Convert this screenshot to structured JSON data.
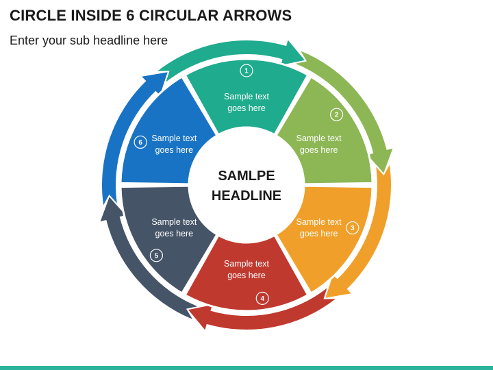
{
  "title": "CIRCLE INSIDE 6 CIRCULAR ARROWS",
  "subtitle": "Enter your sub headline here",
  "center": {
    "line1": "SAMLPE",
    "line2": "HEADLINE"
  },
  "accent_bar_color": "#2bb39c",
  "segments": [
    {
      "number": "1",
      "line1": "Sample text",
      "line2": "goes here",
      "color": "#1fab8d",
      "arrow_color": "#1fab8d"
    },
    {
      "number": "2",
      "line1": "Sample text",
      "line2": "goes here",
      "color": "#8db655",
      "arrow_color": "#8db655"
    },
    {
      "number": "3",
      "line1": "Sample text",
      "line2": "goes here",
      "color": "#f0a02a",
      "arrow_color": "#f0a02a"
    },
    {
      "number": "4",
      "line1": "Sample text",
      "line2": "goes here",
      "color": "#c0392f",
      "arrow_color": "#c0392f"
    },
    {
      "number": "5",
      "line1": "Sample text",
      "line2": "goes here",
      "color": "#465468",
      "arrow_color": "#465468"
    },
    {
      "number": "6",
      "line1": "Sample text",
      "line2": "goes here",
      "color": "#1973c4",
      "arrow_color": "#1973c4"
    }
  ]
}
